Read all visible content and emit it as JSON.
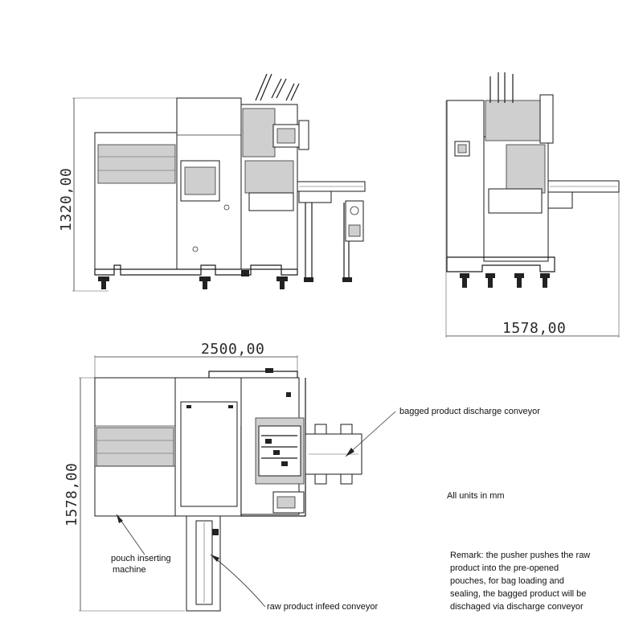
{
  "dimensions": {
    "front_height": "1320,00",
    "side_width": "1578,00",
    "top_width": "2500,00",
    "top_depth": "1578,00"
  },
  "labels": {
    "discharge_conveyor": "bagged product discharge conveyor",
    "pouch_inserting_line1": "pouch inserting",
    "pouch_inserting_line2": "machine",
    "infeed_conveyor": "raw product infeed conveyor",
    "units": "All units in mm"
  },
  "remark": {
    "line1": "Remark: the pusher pushes the raw",
    "line2": "product into the pre-opened",
    "line3": "pouches, for bag loading and",
    "line4": "sealing, the bagged product will be",
    "line5": "dischaged via discharge conveyor"
  }
}
